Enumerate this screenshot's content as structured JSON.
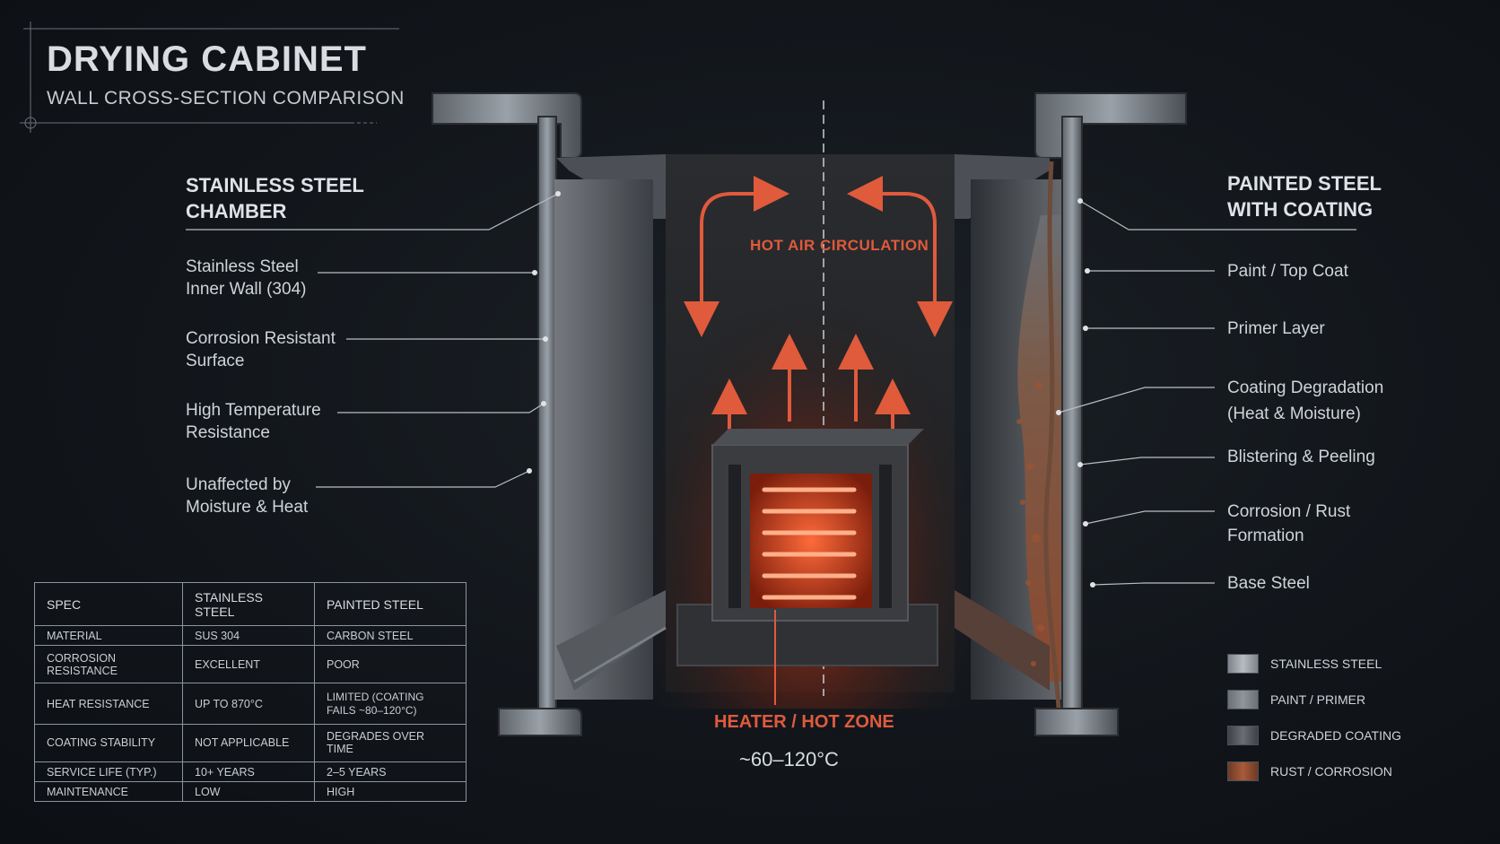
{
  "header": {
    "title": "DRYING CABINET",
    "subtitle": "WALL CROSS-SECTION COMPARISON"
  },
  "left_panel": {
    "heading_line1": "STAINLESS STEEL",
    "heading_line2": "CHAMBER",
    "callouts": [
      {
        "line1": "Stainless Steel",
        "line2": "Inner Wall (304)"
      },
      {
        "line1": "Corrosion Resistant",
        "line2": "Surface"
      },
      {
        "line1": "High Temperature",
        "line2": "Resistance"
      },
      {
        "line1": "Unaffected by",
        "line2": "Moisture & Heat"
      }
    ]
  },
  "right_panel": {
    "heading_line1": "PAINTED STEEL",
    "heading_line2": "WITH COATING",
    "callouts": [
      {
        "line1": "Paint / Top Coat",
        "line2": ""
      },
      {
        "line1": "Primer Layer",
        "line2": ""
      },
      {
        "line1": "Coating Degradation",
        "line2": "(Heat & Moisture)"
      },
      {
        "line1": "Blistering & Peeling",
        "line2": ""
      },
      {
        "line1": "Corrosion / Rust",
        "line2": "Formation"
      },
      {
        "line1": "Base Steel",
        "line2": ""
      }
    ]
  },
  "center": {
    "airflow_label": "HOT AIR CIRCULATION",
    "heater_label": "HEATER / HOT ZONE",
    "temperature": "~60–120°C"
  },
  "table": {
    "headers": [
      "SPEC",
      "STAINLESS STEEL",
      "PAINTED STEEL"
    ],
    "rows": [
      [
        "MATERIAL",
        "SUS 304",
        "CARBON STEEL"
      ],
      [
        "CORROSION RESISTANCE",
        "EXCELLENT",
        "POOR"
      ],
      [
        "HEAT RESISTANCE",
        "UP TO 870°C",
        "LIMITED (COATING FAILS ~80–120°C)"
      ],
      [
        "COATING STABILITY",
        "NOT APPLICABLE",
        "DEGRADES OVER TIME"
      ],
      [
        "SERVICE LIFE (TYP.)",
        "10+ YEARS",
        "2–5 YEARS"
      ],
      [
        "MAINTENANCE",
        "LOW",
        "HIGH"
      ]
    ]
  },
  "legend": [
    {
      "label": "STAINLESS STEEL",
      "color": "#9aa0a6"
    },
    {
      "label": "PAINT / PRIMER",
      "color": "#7d8288"
    },
    {
      "label": "DEGRADED COATING",
      "color": "#55595e"
    },
    {
      "label": "RUST / CORROSION",
      "color": "#8a4a30"
    }
  ],
  "colors": {
    "accent_hot": "#e05a3c",
    "background": "#12161b"
  }
}
